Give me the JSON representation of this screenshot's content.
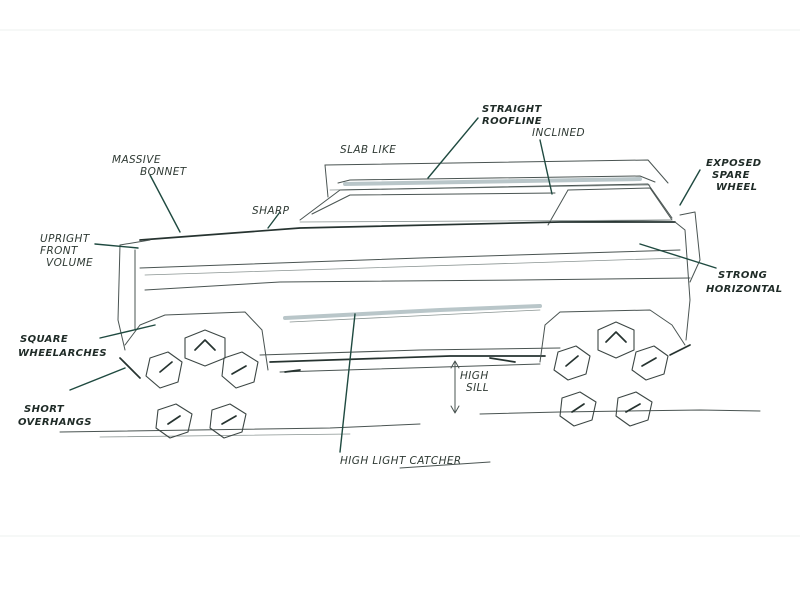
{
  "annotations": {
    "straight_roofline_1": "STRAIGHT",
    "straight_roofline_2": "ROOFLINE",
    "inclined": "INCLINED",
    "slab_like": "SLAB LIKE",
    "massive_bonnet_1": "MASSIVE",
    "massive_bonnet_2": "BONNET",
    "exposed_spare_1": "EXPOSED",
    "exposed_spare_2": "SPARE",
    "exposed_spare_3": "WHEEL",
    "sharp": "SHARP",
    "upright_front_1": "UPRIGHT",
    "upright_front_2": "FRONT",
    "upright_front_3": "VOLUME",
    "strong_horizontal_1": "STRONG",
    "strong_horizontal_2": "HORIZONTAL",
    "square_wheelarches_1": "SQUARE",
    "square_wheelarches_2": "WHEELARCHES",
    "high_sill_1": "HIGH",
    "high_sill_2": "SILL",
    "short_overhangs_1": "SHORT",
    "short_overhangs_2": "OVERHANGS",
    "highlight_catcher": "HIGH LIGHT CATCHER"
  },
  "colors": {
    "ink": "#4a5452",
    "ink_dark": "#263330",
    "leader": "#1f4a40",
    "highlight": "#b9c6c9"
  }
}
